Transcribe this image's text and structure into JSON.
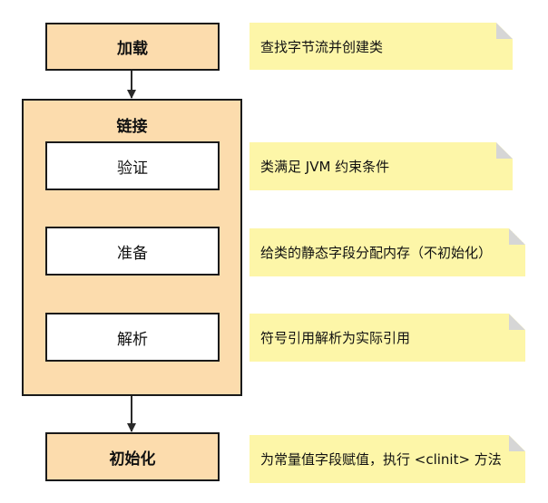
{
  "stages": {
    "load": "加载",
    "link": "链接",
    "verify": "验证",
    "prepare": "准备",
    "resolve": "解析",
    "init": "初始化"
  },
  "notes": {
    "load": "查找字节流并创建类",
    "verify": "类满足 JVM 约束条件",
    "prepare": "给类的静态字段分配内存（不初始化）",
    "resolve": "符号引用解析为实际引用",
    "init": "为常量值字段赋值，执行 <clinit> 方法"
  },
  "colors": {
    "stage_fill": "#fcdcad",
    "note_fill": "#fdf6a8",
    "border": "#1a1a1a"
  }
}
